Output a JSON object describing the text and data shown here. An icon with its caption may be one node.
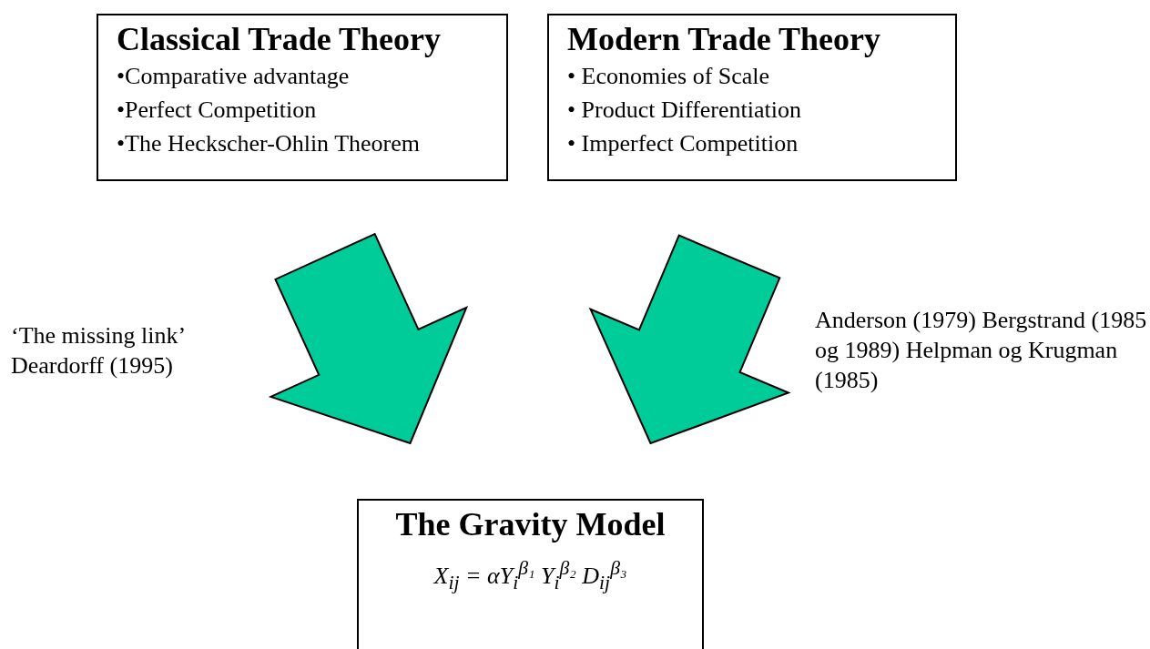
{
  "diagram": {
    "nodes": [
      {
        "text": [
          "Classical Trade Theory",
          "•Comparative advantage",
          "•Perfect Competition",
          "•The Heckscher-Ohlin Theorem"
        ]
      },
      {
        "text": [
          "Modern Trade Theory",
          "• Economies of Scale",
          "• Product Differentiation",
          "• Imperfect Competition"
        ]
      },
      {
        "text": [
          "The Gravity Model",
          "X$_{ij}$  =  αY$_{i}$$^{β₁}$ Y$_{i}$$^{β₂}$ D$_{ij}$$^{β₃}$"
        ]
      }
    ],
    "edges": [
      {
        "from": 0,
        "to": 2,
        "arrow": "to",
        "style": "thick",
        "color": "#00cc99"
      },
      {
        "from": 1,
        "to": 2,
        "arrow": "to",
        "style": "thick",
        "color": "#00cc99"
      }
    ],
    "labels": [
      "‘The missing link’ Deardorff (1995)",
      "Anderson (1979) Bergstrand (1985 og 1989) Helpman og Krugman (1985)"
    ]
  }
}
